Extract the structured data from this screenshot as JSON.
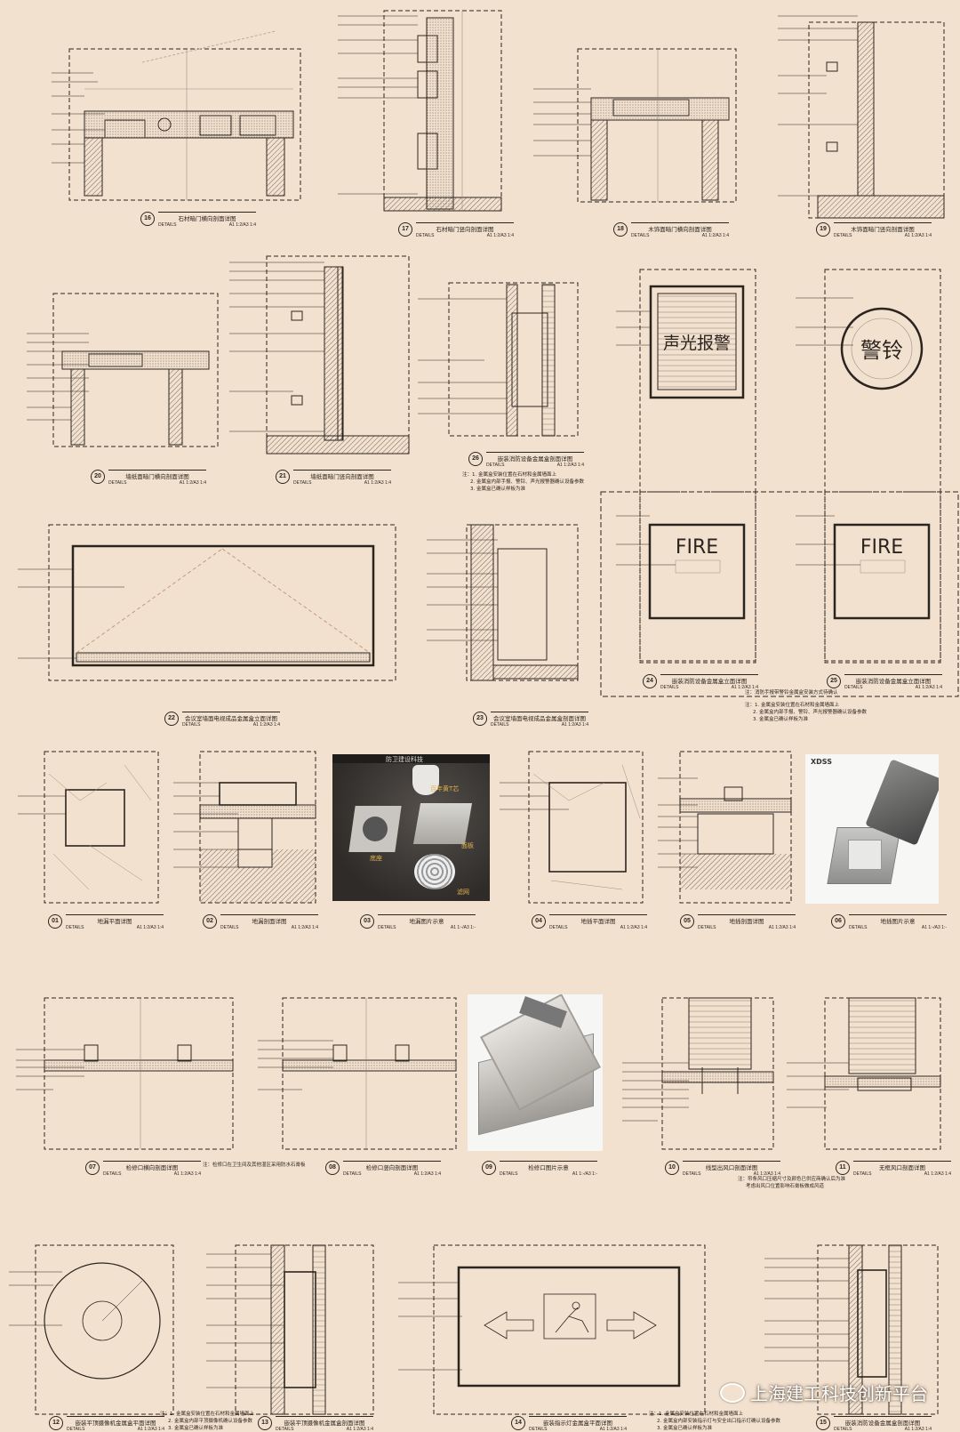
{
  "scale_row": {
    "details": "DETAILS",
    "sheet": "A1 1:2/A3 1:4",
    "sheet_alt": "A1 1:-/A3 1:-"
  },
  "details": [
    {
      "num": "16",
      "title": "石材暗门横向剖面详图"
    },
    {
      "num": "17",
      "title": "石材暗门竖向剖面详图"
    },
    {
      "num": "18",
      "title": "木饰面暗门横向剖面详图"
    },
    {
      "num": "19",
      "title": "木饰面暗门竖向剖面详图"
    },
    {
      "num": "20",
      "title": "墙纸面暗门横向剖面详图"
    },
    {
      "num": "21",
      "title": "墙纸面暗门竖向剖面详图"
    },
    {
      "num": "26",
      "title": "嵌装消防设备金属盒剖面详图"
    },
    {
      "num": "22",
      "title": "会议室墙面电视成品金属盒立面详图"
    },
    {
      "num": "23",
      "title": "会议室墙面电视成品金属盒剖面详图"
    },
    {
      "num": "24",
      "title": "嵌装消防设备金属盒立面详图"
    },
    {
      "num": "25",
      "title": "嵌装消防设备金属盒立面详图"
    },
    {
      "num": "01",
      "title": "地漏平面详图"
    },
    {
      "num": "02",
      "title": "地漏剖面详图"
    },
    {
      "num": "03",
      "title": "地漏图片示意"
    },
    {
      "num": "04",
      "title": "地插平面详图"
    },
    {
      "num": "05",
      "title": "地插剖面详图"
    },
    {
      "num": "06",
      "title": "地插图片示意"
    },
    {
      "num": "07",
      "title": "检修口横向剖面详图"
    },
    {
      "num": "08",
      "title": "检修口竖向剖面详图"
    },
    {
      "num": "09",
      "title": "检修口图片示意"
    },
    {
      "num": "10",
      "title": "线型出风口剖面详图"
    },
    {
      "num": "11",
      "title": "无框风口剖面详图"
    },
    {
      "num": "12",
      "title": "嵌装平顶摄像机金属盒平面详图"
    },
    {
      "num": "13",
      "title": "嵌装平顶摄像机金属盒剖面详图"
    },
    {
      "num": "14",
      "title": "嵌装指示灯金属盒平面详图"
    },
    {
      "num": "15",
      "title": "嵌装消防设备金属盒剖面详图"
    }
  ],
  "signs": {
    "alarm": "声光报警",
    "bell": "警铃",
    "fire1": "FIRE",
    "fire2": "FIRE"
  },
  "photo_labels": {
    "floor_drain_banner": "防卫建设科技",
    "t_core": "百年黄T芯",
    "cover": "面板",
    "base": "底座",
    "filter": "滤网",
    "brand": "XDSS"
  },
  "notes": {
    "n26": [
      "注：1. 金属盒安装位置在石材和金属墙面上",
      "2. 金属盒内部手报、警铃、声光报警器确认设备参数",
      "3. 金属盒已确认样板为准"
    ],
    "n25a": "注：消防手报带警铃金属盒安装方式待确认",
    "n25b": [
      "注：1. 金属盒安装位置在石材和金属墙面上",
      "2. 金属盒内部手报、警铃、声光报警器确认设备参数",
      "3. 金属盒已确认样板为准"
    ],
    "n07": "注：检修口在卫生间及其他湿区采用防水石膏板",
    "n10": [
      "注：帘条风口压缩尺寸及颜色已供应商确认后为准",
      "考虑出风口位置影响石膏板做成风道"
    ],
    "n13": [
      "注：1. 金属盒安装位置在石材和金属墙面上",
      "2. 金属盒内部平顶摄像机确认设备参数",
      "3. 金属盒已确认样板为准"
    ],
    "n14": [
      "注：1. 金属盒安装位置在石材和金属墙面上",
      "2. 金属盒内部安装指示灯与安全出口指示灯确认设备参数",
      "3. 金属盒已确认样板为准"
    ]
  },
  "watermark": "上海建工科技创新平台",
  "colors": {
    "background": "#f3e1cf",
    "ink": "#2b2520"
  }
}
